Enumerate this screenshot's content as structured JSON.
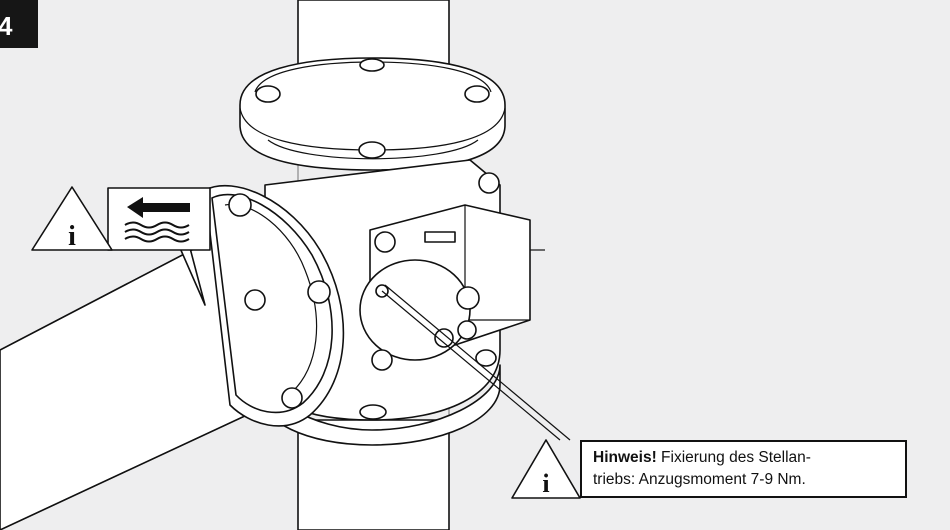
{
  "step": {
    "number": "4"
  },
  "note": {
    "title": "Hinweis!",
    "line1": "Fixierung des Stellan-",
    "line2": "triebs: Anzugsmoment 7-9 Nm."
  },
  "icons": {
    "info_warning": "info-warning-triangle-icon",
    "flow_direction": "flow-direction-arrow-icon",
    "water": "water-waves-icon"
  },
  "colors": {
    "background": "#eeeeef",
    "line": "#111111",
    "badge": "#161616"
  }
}
